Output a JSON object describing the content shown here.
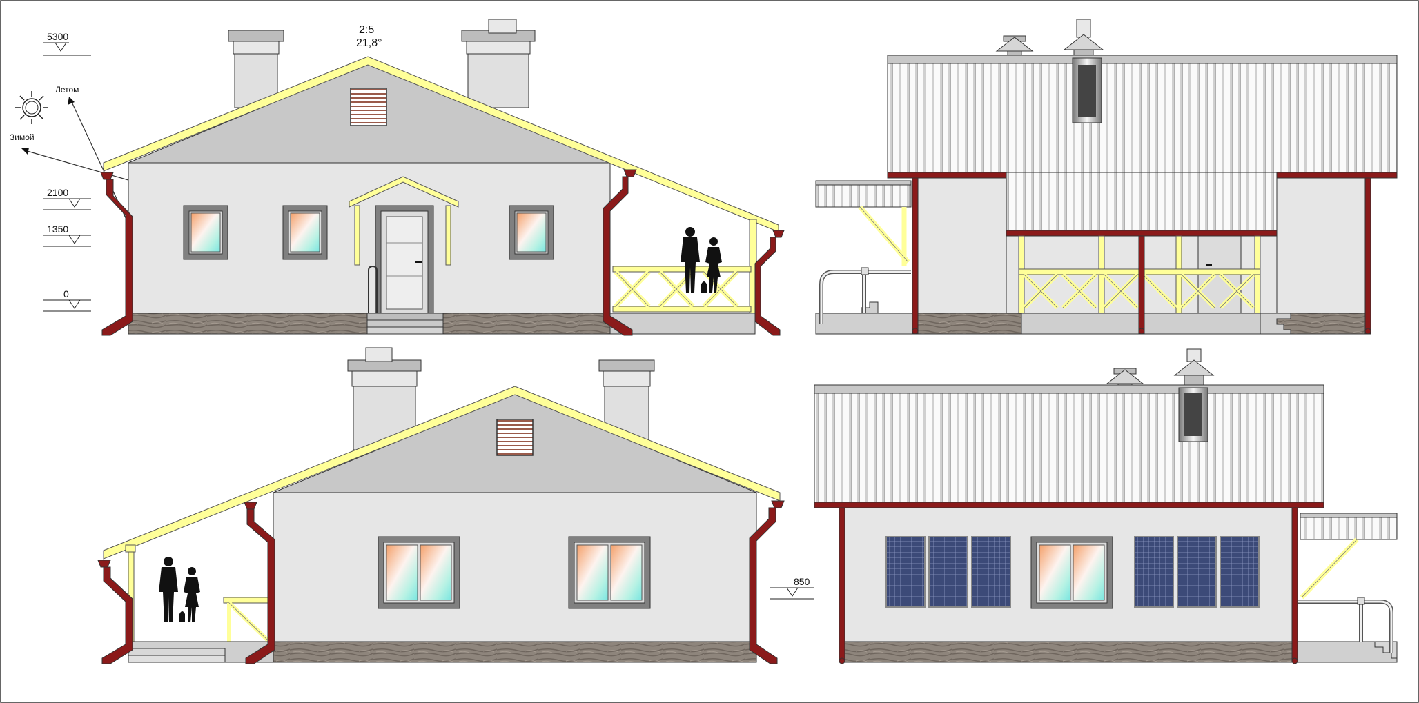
{
  "levels": {
    "l5300": "5300",
    "l2100": "2100",
    "l1350": "1350",
    "l0": "0",
    "l850": "850"
  },
  "roof": {
    "pitch_ratio": "2:5",
    "pitch_angle": "21,8°"
  },
  "sun": {
    "summer_label": "Летом",
    "winter_label": "Зимой"
  },
  "colors": {
    "wall": "#e6e6e6",
    "gable": "#c8c8c8",
    "trim": "#ffff99",
    "gutter": "#8b1a1a",
    "foundation": "#8e857c",
    "roof_sheet": "#f2f2f2",
    "solar": "#3c4a78",
    "frame": "#808080"
  }
}
